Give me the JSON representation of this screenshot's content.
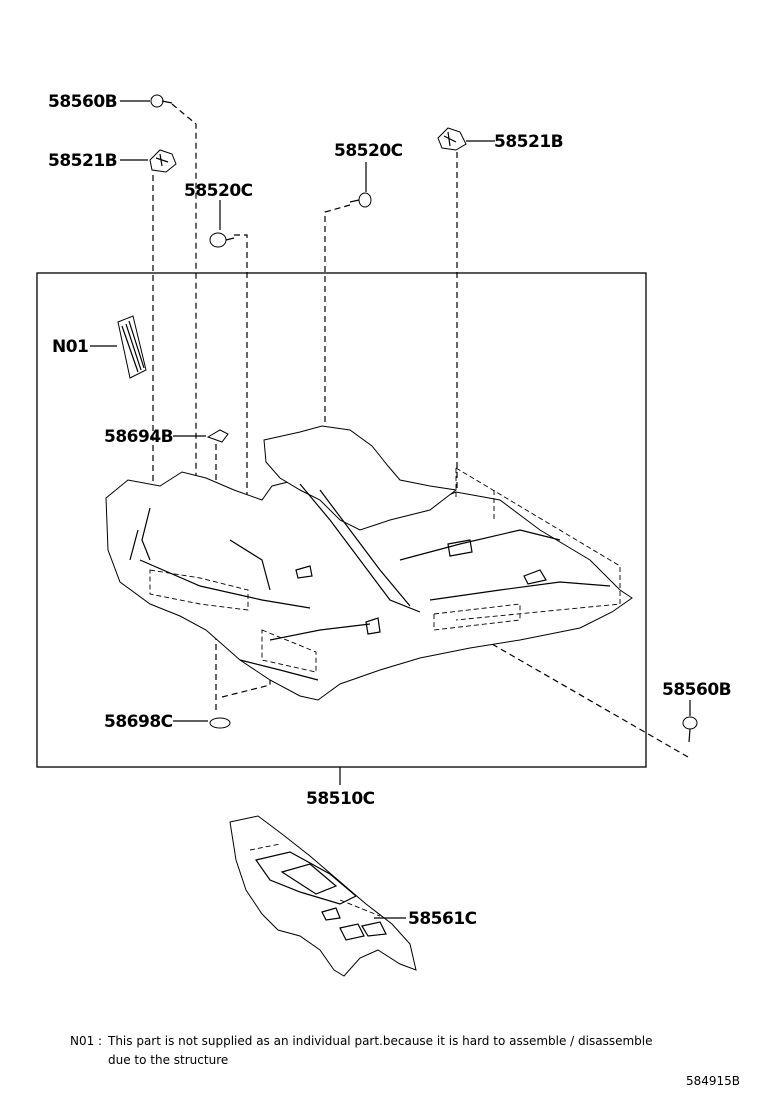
{
  "labels": {
    "clip_top_left": "58560B",
    "bracket_left": "58521B",
    "clip_mid_left": "58520C",
    "clip_mid_right": "58520C",
    "bracket_right": "58521B",
    "note_ref": "N01",
    "pad_left": "58694B",
    "clip_right": "58560B",
    "pad_bottom": "58698C",
    "carpet_assy": "58510C",
    "tunnel_cover": "58561C"
  },
  "note": {
    "key": "N01 :",
    "line1": "This part is not supplied as an individual part.because it is hard to assemble / disassemble",
    "line2": "due to the structure"
  },
  "diagram_code": "584915B"
}
